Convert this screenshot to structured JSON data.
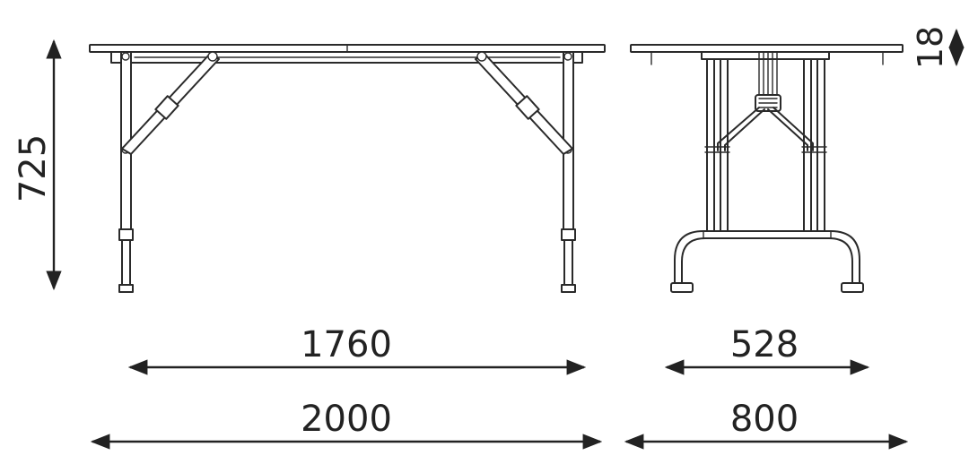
{
  "drawing": {
    "subject": "folding-table",
    "line_color": "#2a2a2a",
    "dimensions": {
      "height": "725",
      "top_thickness": "18",
      "leg_span_length": "1760",
      "leg_span_width": "528",
      "total_length": "2000",
      "total_width": "800"
    }
  }
}
